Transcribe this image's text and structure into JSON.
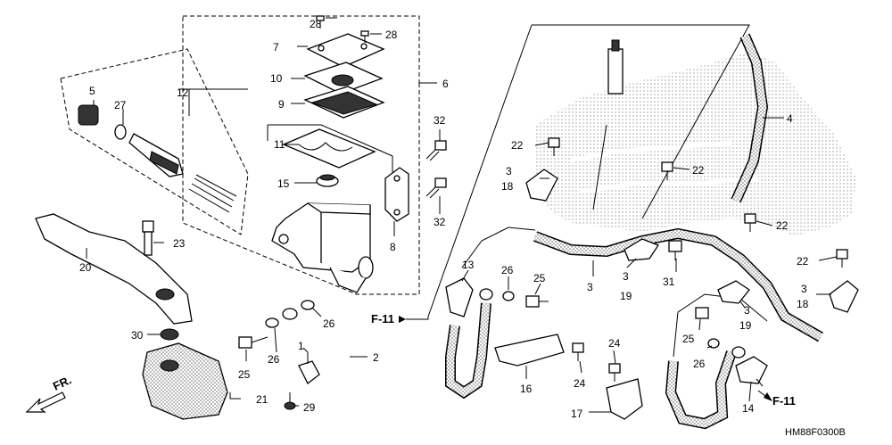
{
  "diagram": {
    "code": "HM88F0300B",
    "front_label": "FR.",
    "ref_label": "F-11",
    "callouts": {
      "c1": "1",
      "c2": "2",
      "c3a": "3",
      "c3b": "3",
      "c3c": "3",
      "c3d": "3",
      "c3e": "3",
      "c4": "4",
      "c5": "5",
      "c6": "6",
      "c7": "7",
      "c8": "8",
      "c9": "9",
      "c10": "10",
      "c11": "11",
      "c12": "12",
      "c13": "13",
      "c14": "14",
      "c15": "15",
      "c16": "16",
      "c17": "17",
      "c18a": "18",
      "c18b": "18",
      "c19a": "19",
      "c19b": "19",
      "c20": "20",
      "c21": "21",
      "c22a": "22",
      "c22b": "22",
      "c22c": "22",
      "c22d": "22",
      "c23": "23",
      "c24a": "24",
      "c24b": "24",
      "c25a": "25",
      "c25b": "25",
      "c25c": "25",
      "c26a": "26",
      "c26b": "26",
      "c26c": "26",
      "c26d": "26",
      "c27": "27",
      "c28a": "28",
      "c28b": "28",
      "c29": "29",
      "c30": "30",
      "c31": "31",
      "c32a": "32",
      "c32b": "32"
    }
  }
}
